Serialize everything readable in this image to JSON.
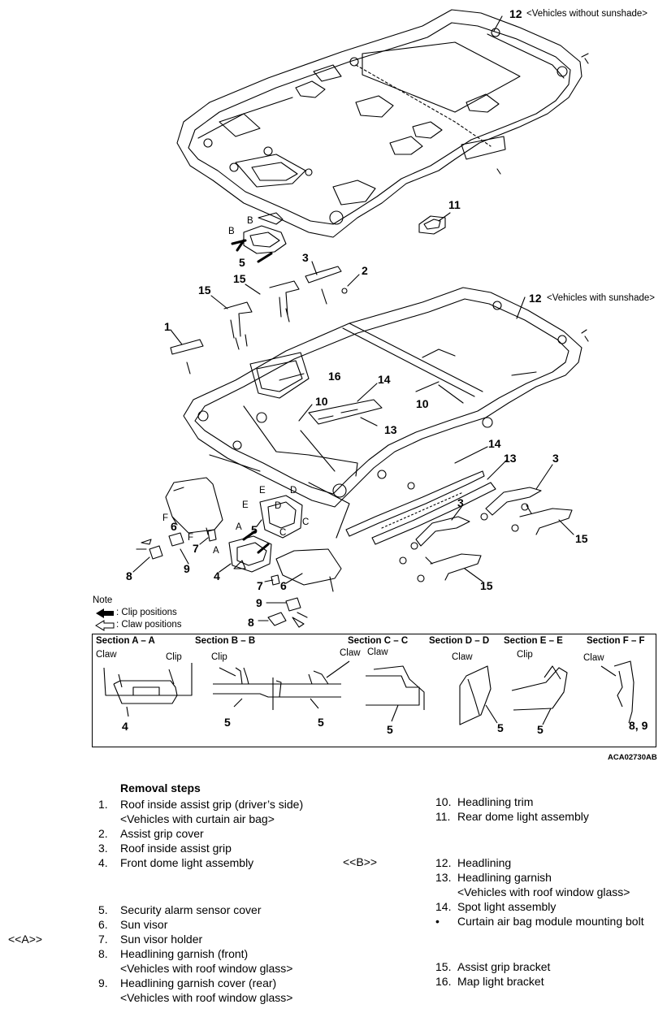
{
  "callouts": {
    "c12a_num": "12",
    "c12a_note": "<Vehicles without sunshade>",
    "c12b_num": "12",
    "c12b_note": "<Vehicles with sunshade>",
    "c11": "11",
    "c2": "2",
    "c3a": "3",
    "c15a": "15",
    "c15b": "15",
    "c1": "1",
    "c5a": "5",
    "c16": "16",
    "c14a": "14",
    "c10a": "10",
    "c10b": "10",
    "c13a": "13",
    "c14b": "14",
    "c13b": "13",
    "c3b": "3",
    "c3c": "3",
    "c15c": "15",
    "c15d": "15",
    "c6a": "6",
    "c7a": "7",
    "c9a": "9",
    "c8a": "8",
    "c4": "4",
    "c5b": "5",
    "c7b": "7",
    "c6b": "6",
    "c9b": "9",
    "c8b": "8",
    "secB1": "B",
    "secB2": "B",
    "secA1": "A",
    "secA2": "A",
    "secC1": "C",
    "secC2": "C",
    "secD1": "D",
    "secD2": "D",
    "secE1": "E",
    "secE2": "E",
    "secF1": "F",
    "secF2": "F"
  },
  "note": {
    "title": "Note",
    "clip": ": Clip positions",
    "claw": ": Claw positions"
  },
  "sections": {
    "headers": [
      "Section A – A",
      "Section B – B",
      "Section C – C",
      "Section D – D",
      "Section E – E",
      "Section F – F"
    ],
    "a_claw": "Claw",
    "a_clip": "Clip",
    "a_num": "4",
    "b_clip": "Clip",
    "b_claw": "Claw",
    "b_num1": "5",
    "b_num2": "5",
    "c_claw": "Claw",
    "c_num": "5",
    "d_claw": "Claw",
    "d_num": "5",
    "e_clip": "Clip",
    "e_num": "5",
    "f_claw": "Claw",
    "f_num": "8, 9"
  },
  "figure_code": "ACA02730AB",
  "removal": {
    "title": "Removal steps",
    "left": [
      {
        "n": "1.",
        "t": "Roof inside assist grip (driver’s side)"
      },
      {
        "n": "",
        "t": "<Vehicles with curtain air bag>"
      },
      {
        "n": "2.",
        "t": "Assist grip cover"
      },
      {
        "n": "3.",
        "t": "Roof inside assist grip"
      },
      {
        "n": "4.",
        "t": "Front dome light assembly"
      }
    ],
    "left2": [
      {
        "n": "5.",
        "t": "Security alarm sensor cover"
      },
      {
        "n": "6.",
        "t": "Sun visor"
      },
      {
        "n": "7.",
        "t": "Sun visor holder"
      },
      {
        "n": "8.",
        "t": "Headlining garnish (front)"
      },
      {
        "n": "",
        "t": "<Vehicles with roof window glass>"
      },
      {
        "n": "9.",
        "t": "Headlining garnish cover (rear)"
      },
      {
        "n": "",
        "t": "<Vehicles with roof window glass>"
      }
    ],
    "right1": [
      {
        "n": "10.",
        "t": "Headlining trim"
      },
      {
        "n": "11.",
        "t": "Rear dome light assembly"
      }
    ],
    "right2": [
      {
        "n": "12.",
        "t": "Headlining"
      },
      {
        "n": "13.",
        "t": "Headlining garnish"
      },
      {
        "n": "",
        "t": "<Vehicles with roof window glass>"
      },
      {
        "n": "14.",
        "t": "Spot light assembly"
      },
      {
        "n": "•",
        "t": "Curtain air bag module mounting bolt"
      }
    ],
    "right3": [
      {
        "n": "15.",
        "t": "Assist grip bracket"
      },
      {
        "n": "16.",
        "t": "Map light bracket"
      }
    ],
    "refA": "<<A>>",
    "refB": "<<B>>"
  }
}
